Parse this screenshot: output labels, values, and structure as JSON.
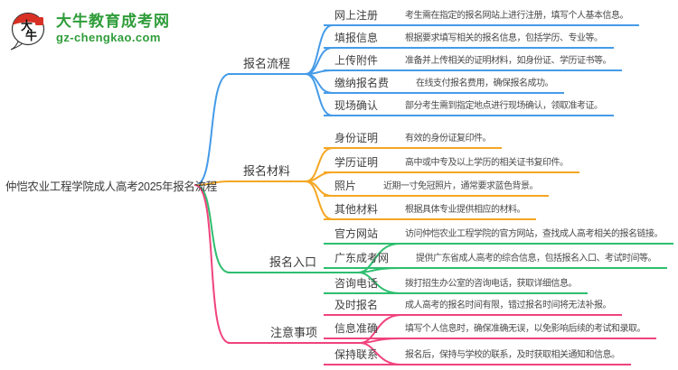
{
  "site": {
    "logo_glyphs": "大牛",
    "name": "大牛教育成考网",
    "domain": "gz-chengkao.com",
    "brand_green": "#2f9d3a",
    "logo_red": "#d93025"
  },
  "root": {
    "label": "仲恺农业工程学院成人高考2025年报名流程"
  },
  "branches": [
    {
      "label": "报名流程",
      "color": "#459be8",
      "items": [
        {
          "label": "网上注册",
          "desc": "考生需在指定的报名网站上进行注册，填写个人基本信息。"
        },
        {
          "label": "填报信息",
          "desc": "根据要求填写相关的报名信息，包括学历、专业等。"
        },
        {
          "label": "上传附件",
          "desc": "准备并上传相关的证明材料，如身份证、学历证书等。"
        },
        {
          "label": "缴纳报名费",
          "desc": "在线支付报名费用，确保报名成功。"
        },
        {
          "label": "现场确认",
          "desc": "部分考生需到指定地点进行现场确认，领取准考证。"
        }
      ]
    },
    {
      "label": "报名材料",
      "color": "#f5a623",
      "items": [
        {
          "label": "身份证明",
          "desc": "有效的身份证复印件。"
        },
        {
          "label": "学历证明",
          "desc": "高中或中专及以上学历的相关证书复印件。"
        },
        {
          "label": "照片",
          "desc": "近期一寸免冠照片，通常要求蓝色背景。"
        },
        {
          "label": "其他材料",
          "desc": "根据具体专业提供相应的材料。"
        }
      ]
    },
    {
      "label": "报名入口",
      "color": "#2ebe6f",
      "items": [
        {
          "label": "官方网站",
          "desc": "访问仲恺农业工程学院的官方网站，查找成人高考相关的报名链接。"
        },
        {
          "label": "广东成考网",
          "desc": "提供广东省成人高考的综合信息，包括报名入口、考试时间等。"
        },
        {
          "label": "咨询电话",
          "desc": "拨打招生办公室的咨询电话，获取详细信息。"
        }
      ]
    },
    {
      "label": "注意事项",
      "color": "#f0437d",
      "items": [
        {
          "label": "及时报名",
          "desc": "成人高考的报名时间有限，错过报名时间将无法补报。"
        },
        {
          "label": "信息准确",
          "desc": "填写个人信息时，确保准确无误，以免影响后续的考试和录取。"
        },
        {
          "label": "保持联系",
          "desc": "报名后，保持与学校的联系，及时获取相关通知和信息。"
        }
      ]
    }
  ]
}
